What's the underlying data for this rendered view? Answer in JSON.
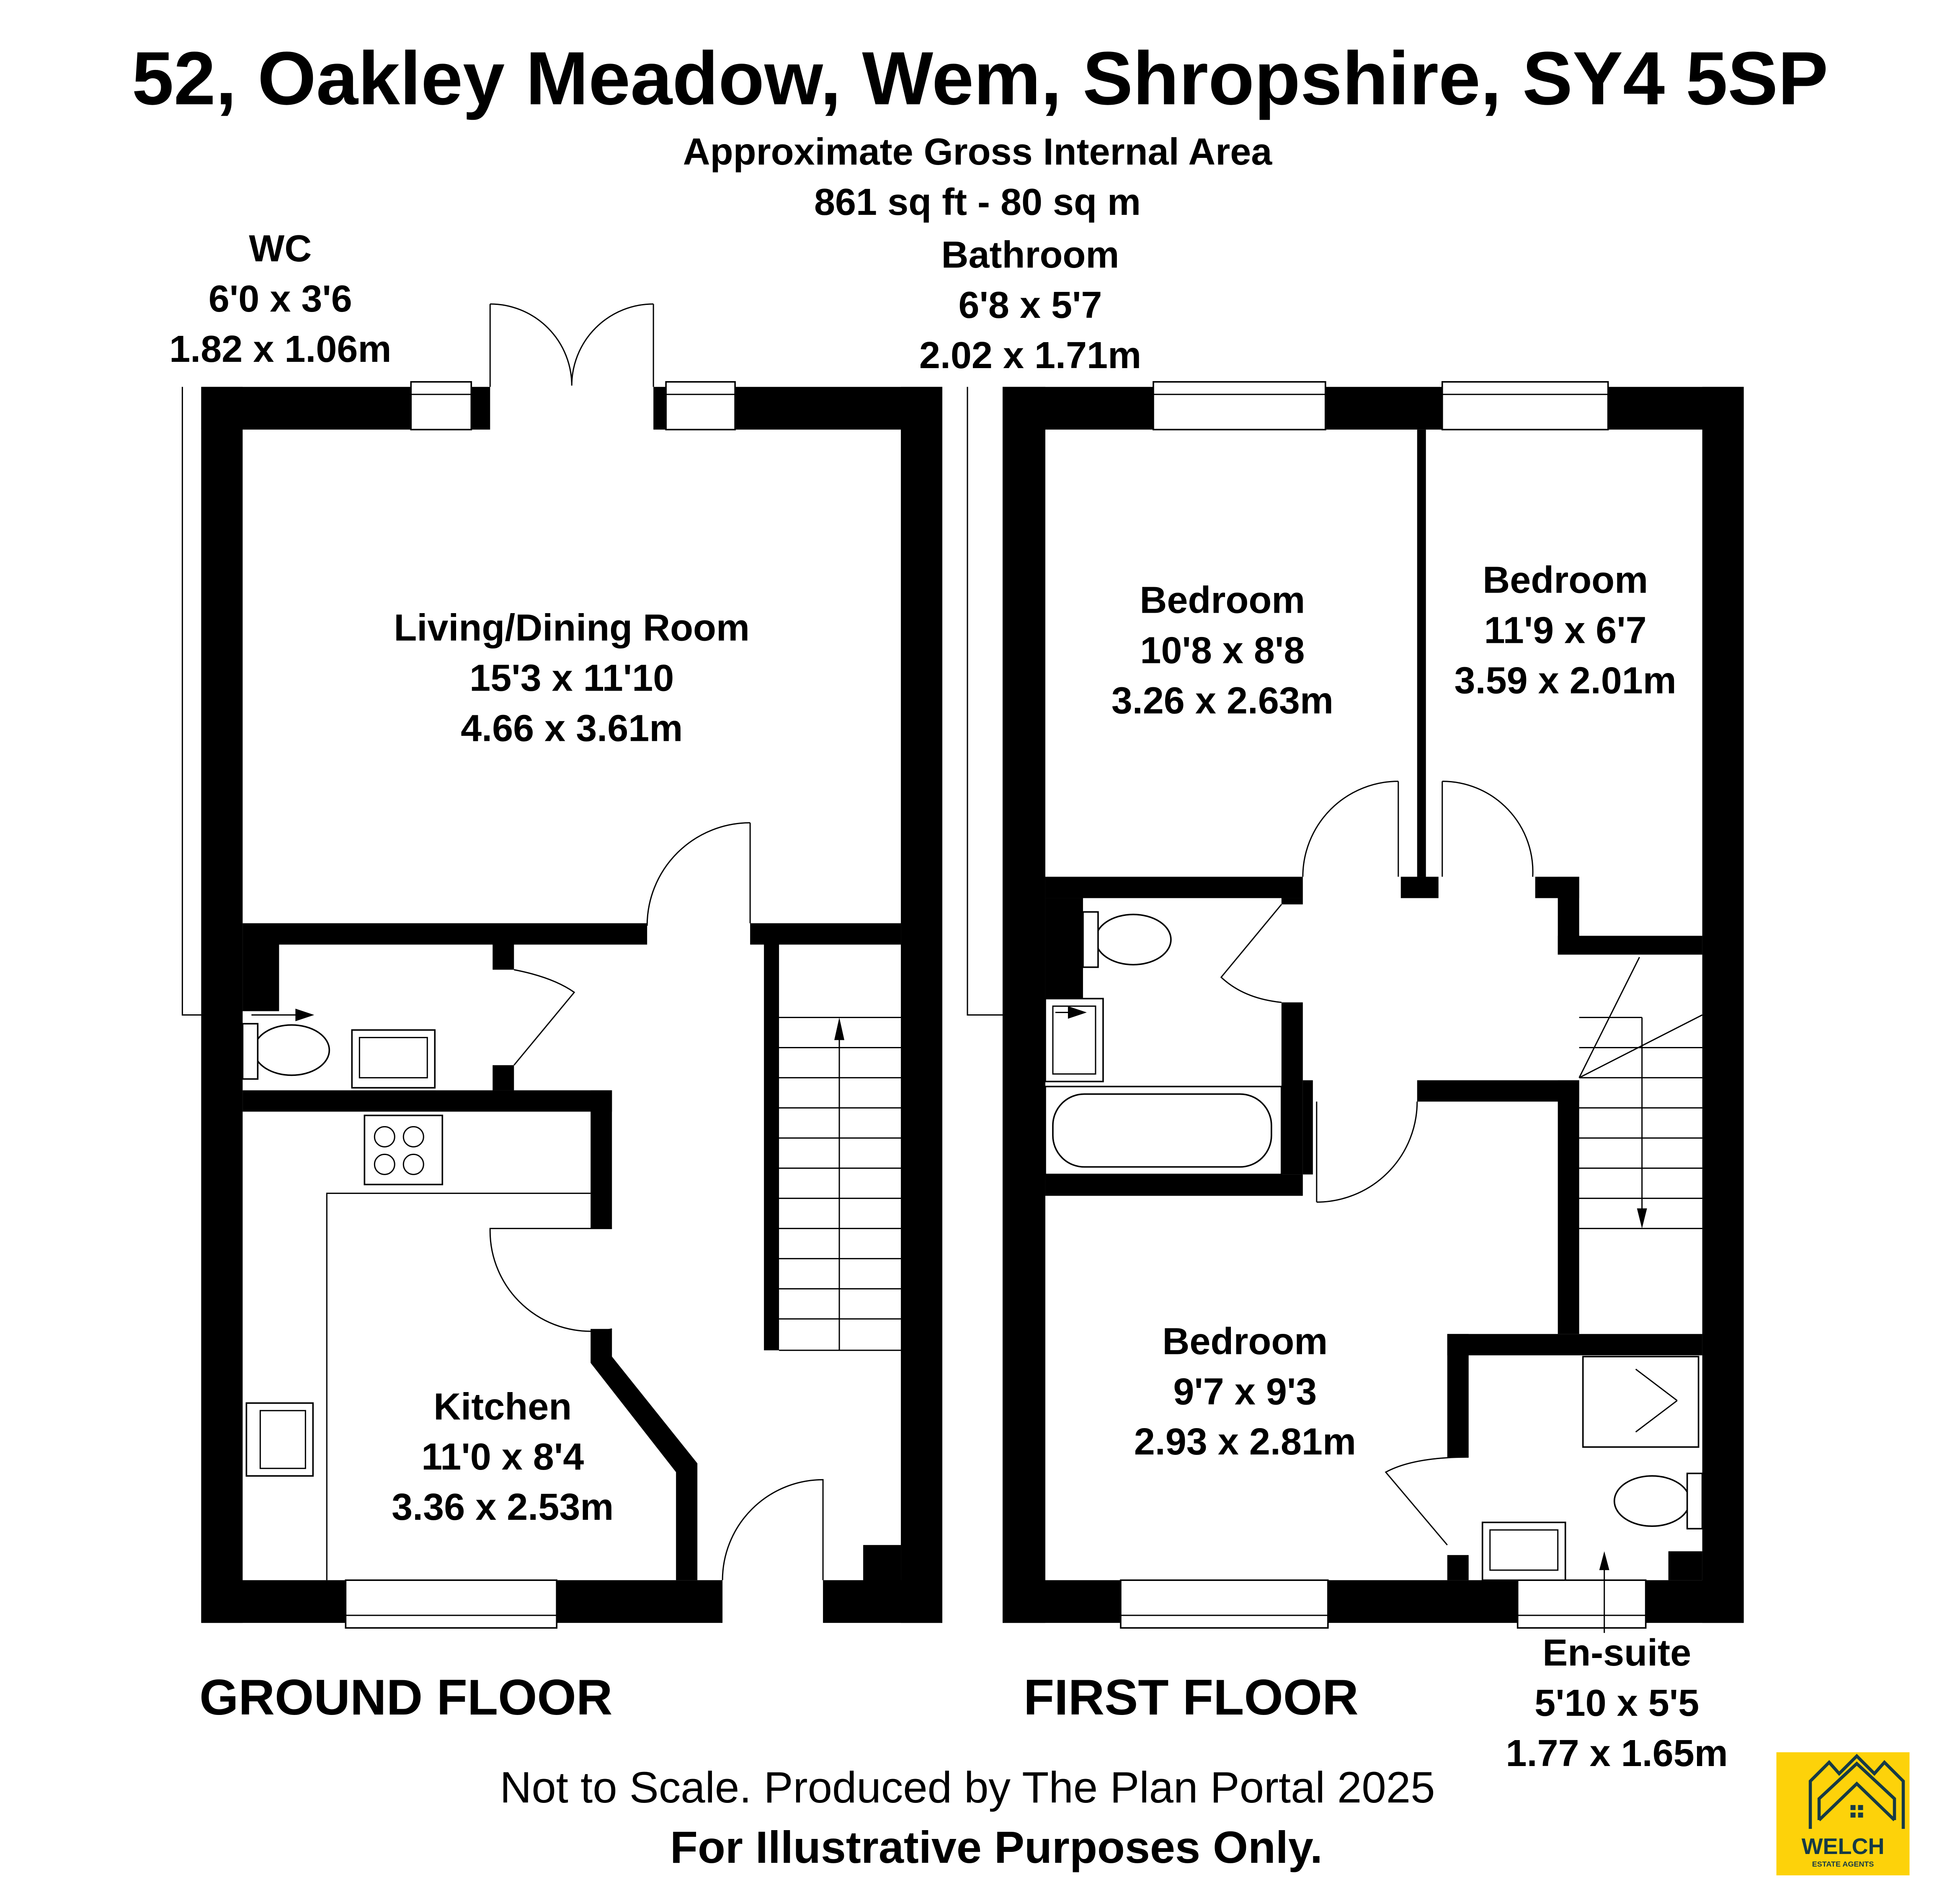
{
  "header": {
    "title": "52, Oakley Meadow, Wem, Shropshire, SY4 5SP",
    "area_label": "Approximate Gross Internal Area",
    "area_value": "861 sq ft - 80 sq m"
  },
  "rooms": {
    "wc": {
      "name": "WC",
      "imperial": "6'0 x 3'6",
      "metric": "1.82 x 1.06m"
    },
    "bathroom": {
      "name": "Bathroom",
      "imperial": "6'8 x 5'7",
      "metric": "2.02 x 1.71m"
    },
    "living": {
      "name": "Living/Dining Room",
      "imperial": "15'3 x 11'10",
      "metric": "4.66 x 3.61m"
    },
    "kitchen": {
      "name": "Kitchen",
      "imperial": "11'0 x 8'4",
      "metric": "3.36 x 2.53m"
    },
    "bedroom1": {
      "name": "Bedroom",
      "imperial": "10'8 x 8'8",
      "metric": "3.26 x 2.63m"
    },
    "bedroom2": {
      "name": "Bedroom",
      "imperial": "11'9 x 6'7",
      "metric": "3.59 x 2.01m"
    },
    "bedroom3": {
      "name": "Bedroom",
      "imperial": "9'7 x 9'3",
      "metric": "2.93 x 2.81m"
    },
    "ensuite": {
      "name": "En-suite",
      "imperial": "5'10 x 5'5",
      "metric": "1.77 x 1.65m"
    }
  },
  "floors": {
    "ground": "GROUND FLOOR",
    "first": "FIRST FLOOR"
  },
  "footer": {
    "disclaimer": "Not to Scale. Produced by The Plan Portal 2025",
    "illustrative": "For Illustrative Purposes Only."
  },
  "logo": {
    "name": "WELCH",
    "tagline": "ESTATE AGENTS",
    "bg": "#FDD20A",
    "fg": "#163A46"
  }
}
